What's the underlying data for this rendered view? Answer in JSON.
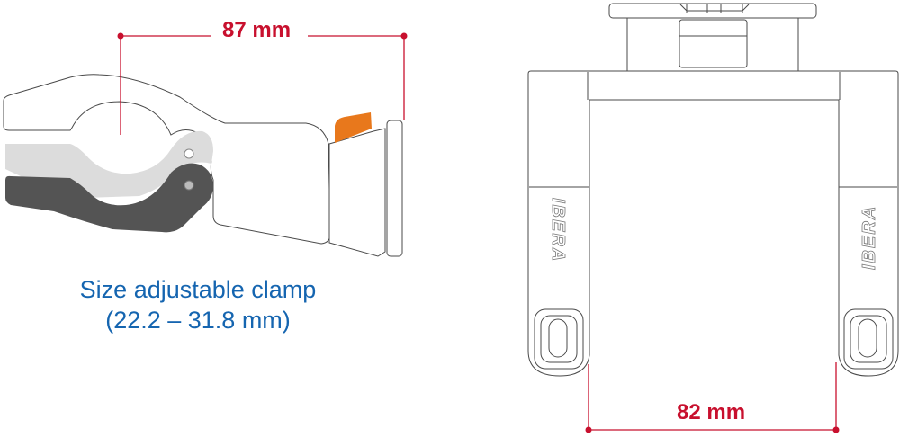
{
  "clamp_view": {
    "dimension_label": "87 mm",
    "caption_line1": "Size adjustable clamp",
    "caption_line2": "(22.2 – 31.8 mm)"
  },
  "front_view": {
    "dimension_label": "82 mm",
    "brand_logo": "IBERA"
  },
  "colors": {
    "dimension": "#c8102e",
    "caption": "#1565b0",
    "outline": "#4a4a4a",
    "lever_light": "#dcdcdc",
    "lever_dark": "#545454",
    "release_tab": "#e8781c"
  }
}
